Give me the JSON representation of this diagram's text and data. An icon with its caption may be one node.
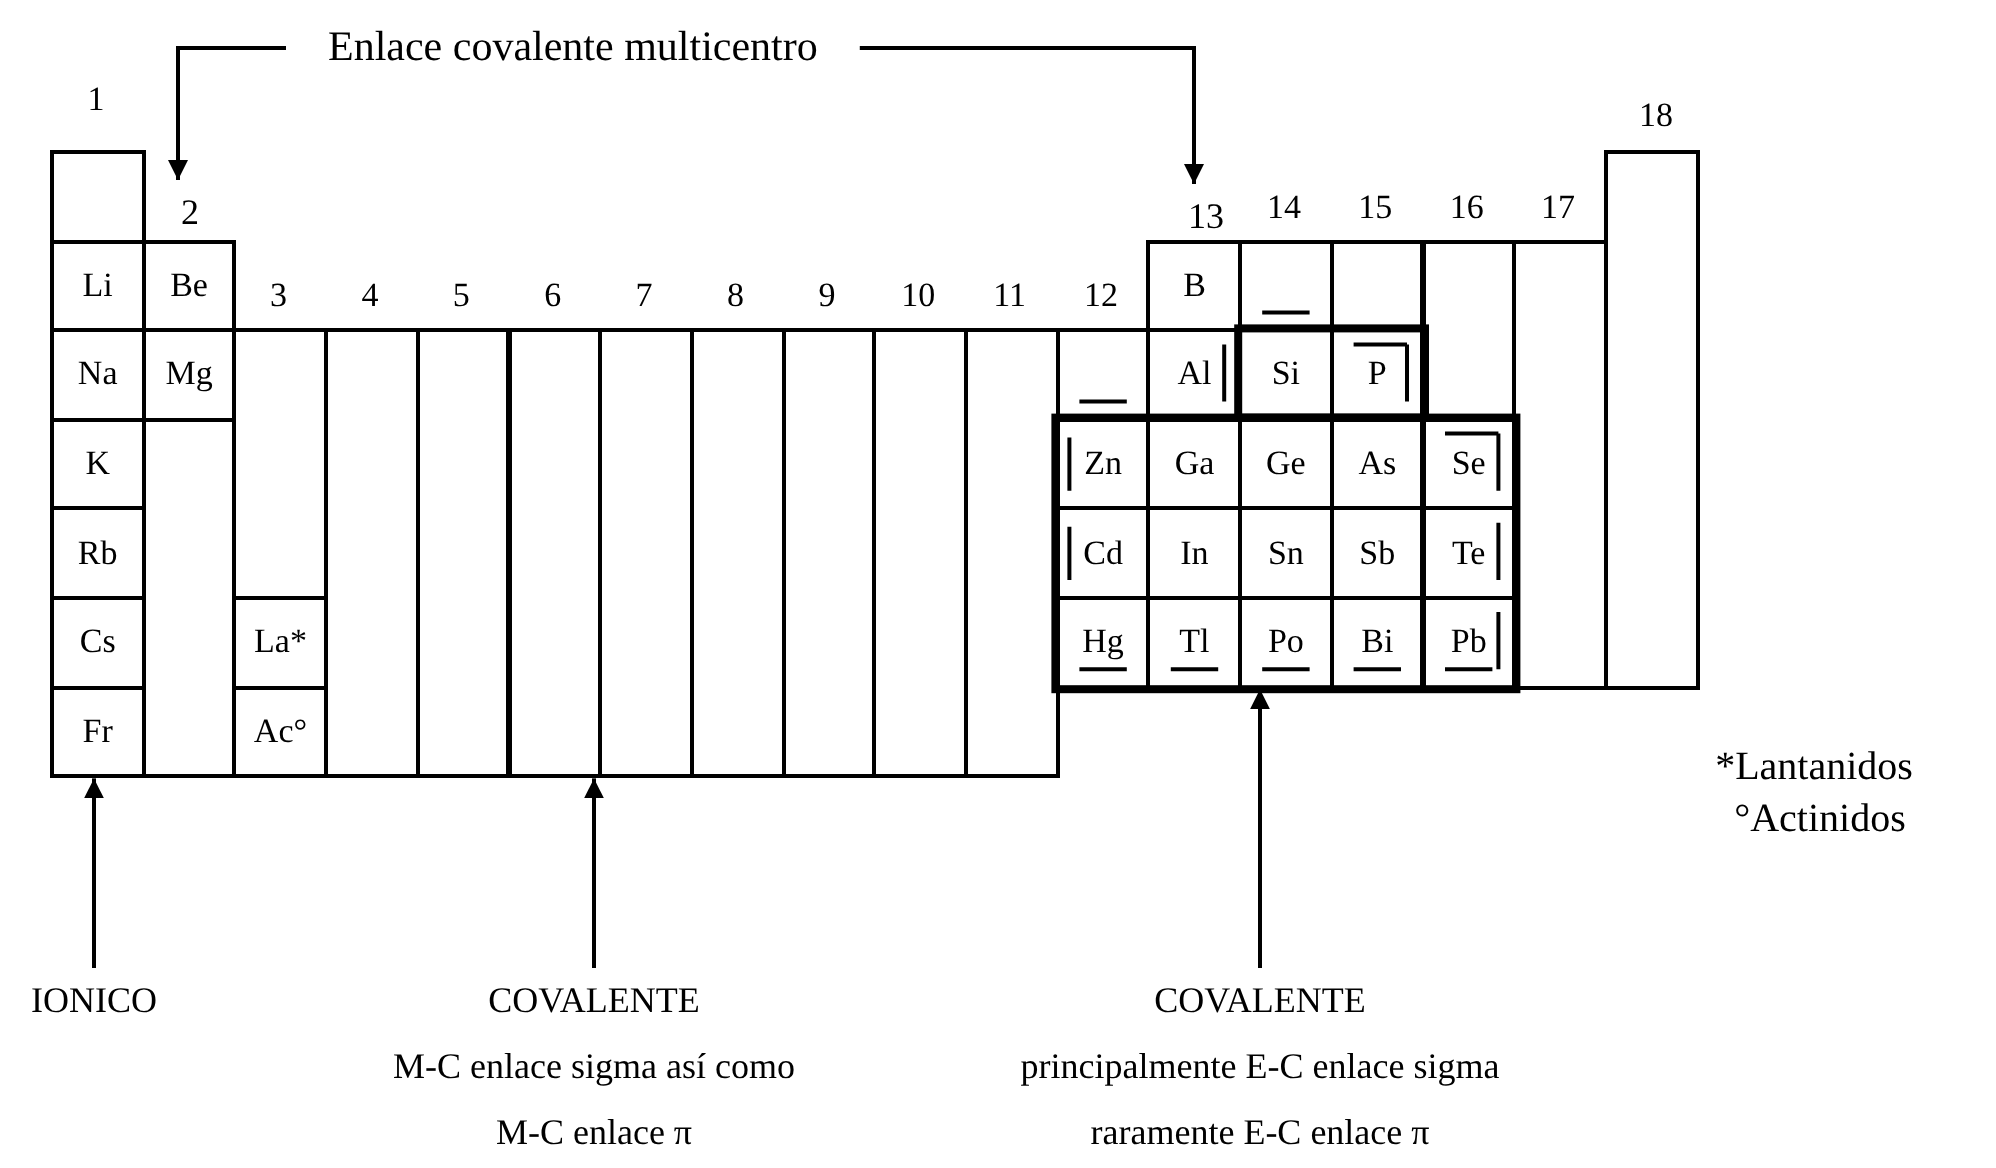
{
  "diagram": {
    "nodes": [
      {
        "text": [
          "Enlace covalente multicentro"
        ]
      },
      {
        "text": [],
        "shape": "box"
      },
      {
        "text": [],
        "shape": "box"
      },
      {
        "text": [
          "2"
        ]
      },
      {
        "text": [
          "13"
        ]
      },
      {
        "text": [
          "Li"
        ]
      },
      {
        "text": [
          "Be"
        ]
      },
      {
        "text": [
          "B"
        ]
      },
      {
        "text": [],
        "shape": "box"
      },
      {
        "text": [],
        "shape": "box"
      },
      {
        "text": [],
        "shape": "box"
      },
      {
        "text": [],
        "shape": "box"
      },
      {
        "text": [
          "Na"
        ]
      },
      {
        "text": [
          "Mg"
        ]
      },
      {
        "text": [],
        "shape": "box"
      },
      {
        "text": [],
        "shape": "box"
      },
      {
        "text": [],
        "shape": "box"
      },
      {
        "text": [],
        "shape": "box"
      },
      {
        "text": [],
        "shape": "box"
      },
      {
        "text": [],
        "shape": "box"
      },
      {
        "text": [],
        "shape": "box"
      },
      {
        "text": [],
        "shape": "box"
      },
      {
        "text": [],
        "shape": "box"
      },
      {
        "text": [],
        "shape": "box"
      },
      {
        "text": [
          "Al"
        ]
      },
      {
        "text": [
          "Si"
        ]
      },
      {
        "text": [
          "P"
        ]
      },
      {
        "text": [
          "K"
        ]
      },
      {
        "text": [],
        "shape": "box"
      },
      {
        "text": [
          "Zn"
        ]
      },
      {
        "text": [
          "Ga"
        ]
      },
      {
        "text": [
          "Ge"
        ]
      },
      {
        "text": [
          "As"
        ]
      },
      {
        "text": [
          "Se"
        ]
      },
      {
        "text": [
          "Rb"
        ]
      },
      {
        "text": [
          "Cd"
        ]
      },
      {
        "text": [
          "In"
        ]
      },
      {
        "text": [
          "Sn"
        ]
      },
      {
        "text": [
          "Sb"
        ]
      },
      {
        "text": [
          "Te"
        ]
      },
      {
        "text": [
          "Cs"
        ]
      },
      {
        "text": [
          "La*"
        ]
      },
      {
        "text": [
          "Hg"
        ]
      },
      {
        "text": [
          "Tl"
        ]
      },
      {
        "text": [
          "Po"
        ]
      },
      {
        "text": [
          "Bi"
        ]
      },
      {
        "text": [
          "Pb"
        ]
      },
      {
        "text": [
          "Fr"
        ]
      },
      {
        "text": [
          "Ac°"
        ]
      },
      {
        "text": [
          "IONICO"
        ]
      },
      {
        "text": [
          "COVALENTE",
          "M-C enlace sigma así como M-C enlace π"
        ]
      },
      {
        "text": [
          "COVALENTE",
          "principalmente E-C enlace sigma",
          "raramente E-C enlace π"
        ]
      }
    ],
    "edges": [
      {
        "from": 0,
        "to": 3,
        "arrow": "to"
      },
      {
        "from": 0,
        "to": 4,
        "arrow": "to"
      },
      {
        "from": 49,
        "to": 47,
        "arrow": "to"
      },
      {
        "from": 50,
        "to": 17,
        "arrow": "to"
      },
      {
        "from": 51,
        "to": 44,
        "arrow": "to"
      }
    ],
    "labels": [
      "1",
      "18",
      "3",
      "4",
      "5",
      "6",
      "7",
      "8",
      "9",
      "10",
      "11",
      "12",
      "14",
      "15",
      "16",
      "17",
      "*Lantanidos",
      "°Actinidos"
    ]
  }
}
